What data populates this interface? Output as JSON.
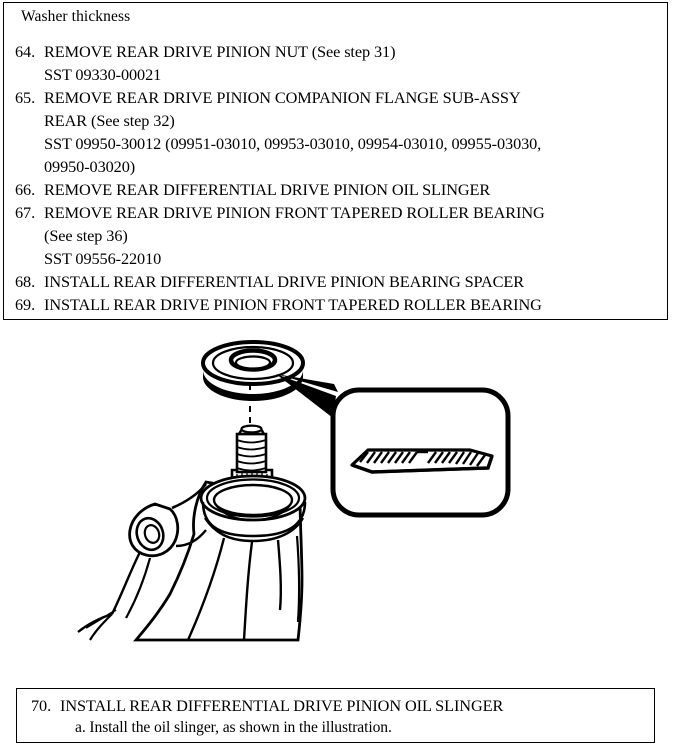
{
  "document": {
    "type": "service-manual-procedure-page",
    "heading": "Washer thickness"
  },
  "top_box": {
    "steps": [
      {
        "number": "64.",
        "text": "REMOVE REAR DRIVE PINION NUT (See step 31)"
      },
      {
        "continuation": "SST 09330-00021"
      },
      {
        "number": "65.",
        "text": "REMOVE REAR DRIVE PINION COMPANION FLANGE SUB-ASSY"
      },
      {
        "continuation": "REAR (See step 32)"
      },
      {
        "continuation": "SST 09950-30012 (09951-03010, 09953-03010, 09954-03010, 09955-03030,"
      },
      {
        "continuation": "09950-03020)"
      },
      {
        "number": "66.",
        "text": "REMOVE REAR DIFFERENTIAL DRIVE PINION OIL SLINGER"
      },
      {
        "number": "67.",
        "text": "REMOVE REAR DRIVE PINION FRONT TAPERED ROLLER BEARING"
      },
      {
        "continuation": "(See step 36)"
      },
      {
        "continuation": "SST 09556-22010"
      },
      {
        "number": "68.",
        "text": "INSTALL REAR DIFFERENTIAL DRIVE PINION BEARING SPACER"
      },
      {
        "number": "69.",
        "text": "INSTALL REAR DRIVE PINION FRONT TAPERED ROLLER BEARING"
      }
    ]
  },
  "illustration": {
    "caption": "",
    "parts": {
      "oil_slinger": "oil-slinger-washer",
      "pinion_shaft": "drive-pinion-shaft",
      "housing": "differential-carrier-housing",
      "callout": "cross-section-detail-balloon",
      "leader": "dashed-assembly-leader-line"
    }
  },
  "bottom_box": {
    "step_number": "70.",
    "step_text": "INSTALL REAR DIFFERENTIAL DRIVE PINION OIL SLINGER",
    "substep": "a. Install the oil slinger, as shown in the illustration."
  },
  "colors": {
    "ink": "#000000",
    "paper": "#ffffff"
  }
}
